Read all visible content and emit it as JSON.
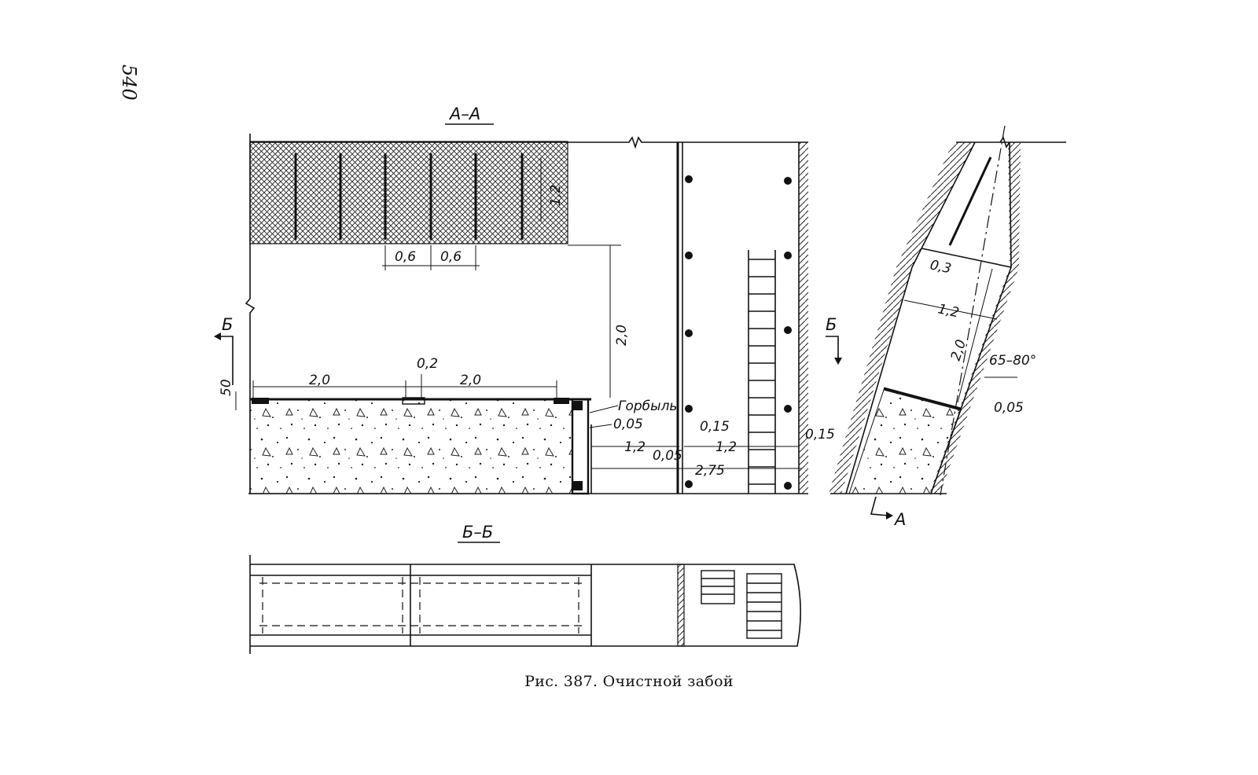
{
  "page_number": "540",
  "caption": "Рис. 387. Очистной забой",
  "sections": {
    "aa_title": "А–А",
    "bb_title": "Б–Б",
    "cut_b_left": "Б",
    "cut_b_right": "Б",
    "cut_a_bottom": "А"
  },
  "dimensions": {
    "hole_spacing_1": "0,6",
    "hole_spacing_2": "0,6",
    "hole_depth": "1,2",
    "height": "2,0",
    "span_left": "2,0",
    "span_right": "2,0",
    "gap": "0,2",
    "board": "Горбыль",
    "board_gap": "0,05",
    "side_50": "50",
    "chute_width": "1,2",
    "gap_005": "0,05",
    "gap_015_a": "0,15",
    "ladder_width": "1,2",
    "gap_015_b": "0,15",
    "total": "2,75",
    "slope_03": "0,3",
    "slope_12": "1,2",
    "slope_20": "2,0",
    "angle": "65–80°",
    "slope_005": "0,05"
  }
}
